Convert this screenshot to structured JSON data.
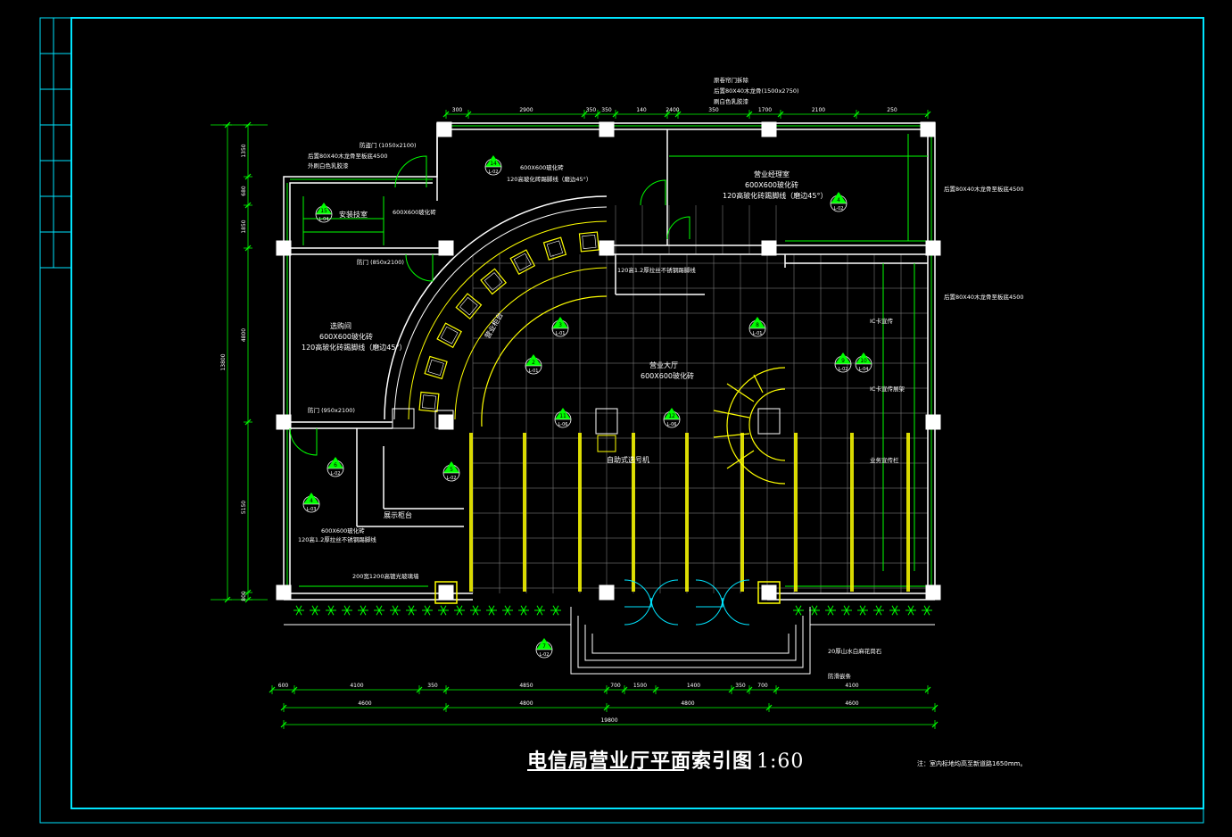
{
  "drawing": {
    "title": "电信局营业厅平面索引图",
    "scale": "1:60",
    "note": "注：室内标地均高至新道路1650mm。"
  },
  "colors": {
    "background": "#000000",
    "frame": "#00e5ff",
    "wall": "#ffffff",
    "dimension": "#00ff00",
    "furniture": "#ffff00",
    "grid": "#ffffff",
    "label": "#ffffff",
    "marker": "#00ff00"
  },
  "rooms": [
    {
      "name": "营业大厅",
      "spec": "600X600玻化砖"
    },
    {
      "name": "营业经理室",
      "spec": "600X600玻化砖",
      "spec2": "120高玻化砖踢脚线（磨边45°）"
    },
    {
      "name": "选购间",
      "spec": "600X600玻化砖",
      "spec2": "120高玻化砖踢脚线（磨边45°）"
    },
    {
      "name": "安装技室"
    },
    {
      "name": "展示柜台"
    },
    {
      "name": "自助式选号机"
    },
    {
      "name": "营业柜台"
    }
  ],
  "labels": {
    "door_top": "原卷帘门拆除",
    "door_top2": "后置80X40木龙骨(1500x2750)",
    "door_top3": "刷白色乳胶漆",
    "fire_door": "防盗门 (1050x2100)",
    "wall_note": "后置80X40木龙骨至板底4500",
    "wall_note2": "外刷白色乳胶漆",
    "tile_note": "600X600玻化砖",
    "skirting": "120高玻化砖踢脚线（磨边45°）",
    "door_mid": "防门 (850x2100)",
    "door_left": "防门 (950x2100)",
    "steel_skirting": "120高1.2厚拉丝不锈钢踢脚线",
    "right_note1": "后置80X40木龙骨至板底4500",
    "right_note2": "后置80X40木龙骨至板底4500",
    "ic_card": "IC卡宣传",
    "ic_display": "IC卡宣传展架",
    "biz_display": "业务宣传栏",
    "bottom_note1": "200宽1200高镀光玻璃墙",
    "bottom_note2": "20厚山水白麻花岗石",
    "bottom_note3": "防滑嵌条",
    "low_left": "600X600玻化砖",
    "low_left2": "120高1.2厚拉丝不锈钢踢脚线"
  },
  "dims_bottom_row1": [
    "600",
    "4100",
    "350",
    "4850",
    "700",
    "1500",
    "1400",
    "350",
    "700",
    "4100"
  ],
  "dims_bottom_row2": [
    "4600",
    "4800",
    "4800",
    "4600"
  ],
  "dims_bottom_total": "19800",
  "dims_top": [
    "300",
    "2900",
    "350",
    "350",
    "140",
    "2400",
    "350",
    "1700",
    "2100",
    "250"
  ],
  "dims_left": [
    "1350",
    "680",
    "1850",
    "4800",
    "5150",
    "800"
  ],
  "dims_left_total": "13800",
  "markers": [
    {
      "num": "14",
      "ref": "L-02"
    },
    {
      "num": "15",
      "ref": "L-04"
    },
    {
      "num": "4",
      "ref": "L-02"
    },
    {
      "num": "9",
      "ref": "L-02"
    },
    {
      "num": "3",
      "ref": "L-01"
    },
    {
      "num": "2",
      "ref": "L-01"
    },
    {
      "num": "8",
      "ref": "L-01"
    },
    {
      "num": "10",
      "ref": "L-04"
    },
    {
      "num": "11",
      "ref": "L-06"
    },
    {
      "num": "12",
      "ref": "L-06"
    },
    {
      "num": "5",
      "ref": "L-02"
    },
    {
      "num": "6",
      "ref": "L-02"
    },
    {
      "num": "4",
      "ref": "L-03"
    },
    {
      "num": "7",
      "ref": "L-02"
    }
  ]
}
